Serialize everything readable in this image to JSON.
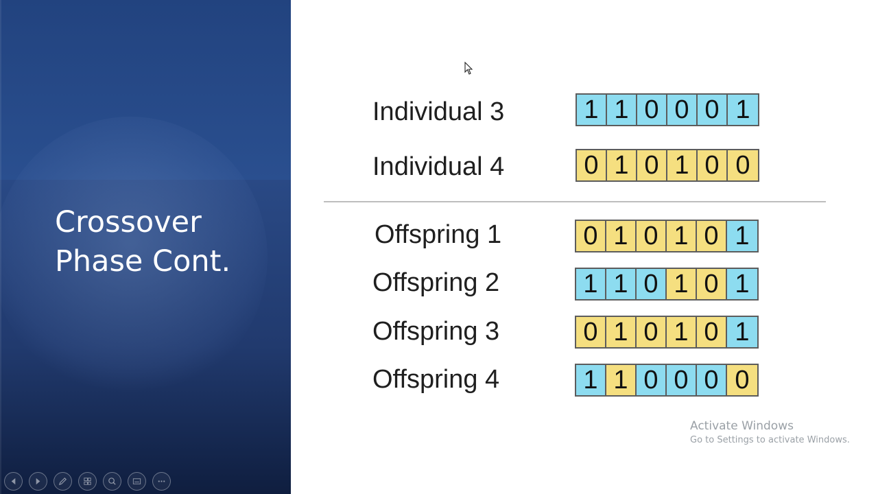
{
  "slide": {
    "title_lines": [
      "Crossover",
      "Phase Cont."
    ]
  },
  "toolbar": {
    "buttons": [
      "previous-icon",
      "next-icon",
      "pen-icon",
      "slides-icon",
      "zoom-icon",
      "subtitle-icon",
      "more-icon"
    ]
  },
  "rows": [
    {
      "label": "Individual 3",
      "bits": [
        "1",
        "1",
        "0",
        "0",
        "0",
        "1"
      ],
      "colors": [
        "b",
        "b",
        "b",
        "b",
        "b",
        "b"
      ]
    },
    {
      "label": "Individual 4",
      "bits": [
        "0",
        "1",
        "0",
        "1",
        "0",
        "0"
      ],
      "colors": [
        "y",
        "y",
        "y",
        "y",
        "y",
        "y"
      ]
    },
    {
      "label": "Offspring 1",
      "bits": [
        "0",
        "1",
        "0",
        "1",
        "0",
        "1"
      ],
      "colors": [
        "y",
        "y",
        "y",
        "y",
        "y",
        "b"
      ]
    },
    {
      "label": "Offspring 2",
      "bits": [
        "1",
        "1",
        "0",
        "1",
        "0",
        "1"
      ],
      "colors": [
        "b",
        "b",
        "b",
        "y",
        "y",
        "b"
      ]
    },
    {
      "label": "Offspring 3",
      "bits": [
        "0",
        "1",
        "0",
        "1",
        "0",
        "1"
      ],
      "colors": [
        "y",
        "y",
        "y",
        "y",
        "y",
        "b"
      ]
    },
    {
      "label": "Offspring 4",
      "bits": [
        "1",
        "1",
        "0",
        "0",
        "0",
        "0"
      ],
      "colors": [
        "b",
        "y",
        "b",
        "b",
        "b",
        "y"
      ]
    }
  ],
  "colors": {
    "blue_cell": "#8ddcf0",
    "yellow_cell": "#f5df80",
    "panel": "#2a4a86"
  },
  "watermark": {
    "line1": "Activate Windows",
    "line2": "Go to Settings to activate Windows."
  }
}
